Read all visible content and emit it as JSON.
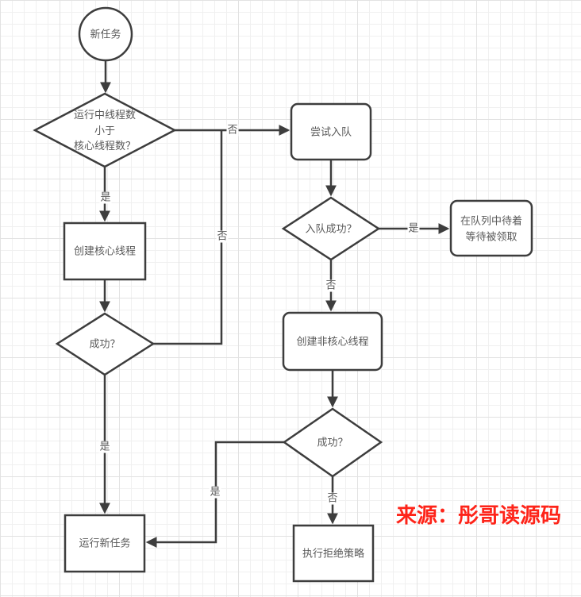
{
  "diagram": {
    "nodes": {
      "start": {
        "label": "新任务",
        "shape": "circle"
      },
      "check_core": {
        "label": "运行中线程数\n小于\n核心线程数？",
        "shape": "diamond"
      },
      "try_enqueue": {
        "label": "尝试入队",
        "shape": "rounded-rect"
      },
      "enqueue_success": {
        "label": "入队成功？",
        "shape": "diamond"
      },
      "wait_in_queue": {
        "label": "在队列中待着\n等待被领取",
        "shape": "rounded-rect"
      },
      "create_core_thread": {
        "label": "创建核心线程",
        "shape": "rect"
      },
      "core_create_success": {
        "label": "成功？",
        "shape": "diamond"
      },
      "create_noncore_thread": {
        "label": "创建非核心线程",
        "shape": "rounded-rect"
      },
      "noncore_create_success": {
        "label": "成功？",
        "shape": "diamond"
      },
      "run_new_task": {
        "label": "运行新任务",
        "shape": "rect"
      },
      "execute_reject_policy": {
        "label": "执行拒绝策略",
        "shape": "rect"
      }
    },
    "edge_labels": {
      "yes": "是",
      "no": "否"
    },
    "source_note": "来源：彤哥读源码",
    "colors": {
      "stroke": "#3d3d3d",
      "node_text": "#595959",
      "source_red": "#fe2419",
      "grid_minor": "#f0f0f0",
      "grid_major": "#e2e2e2",
      "canvas_bg": "#ffffff"
    }
  }
}
